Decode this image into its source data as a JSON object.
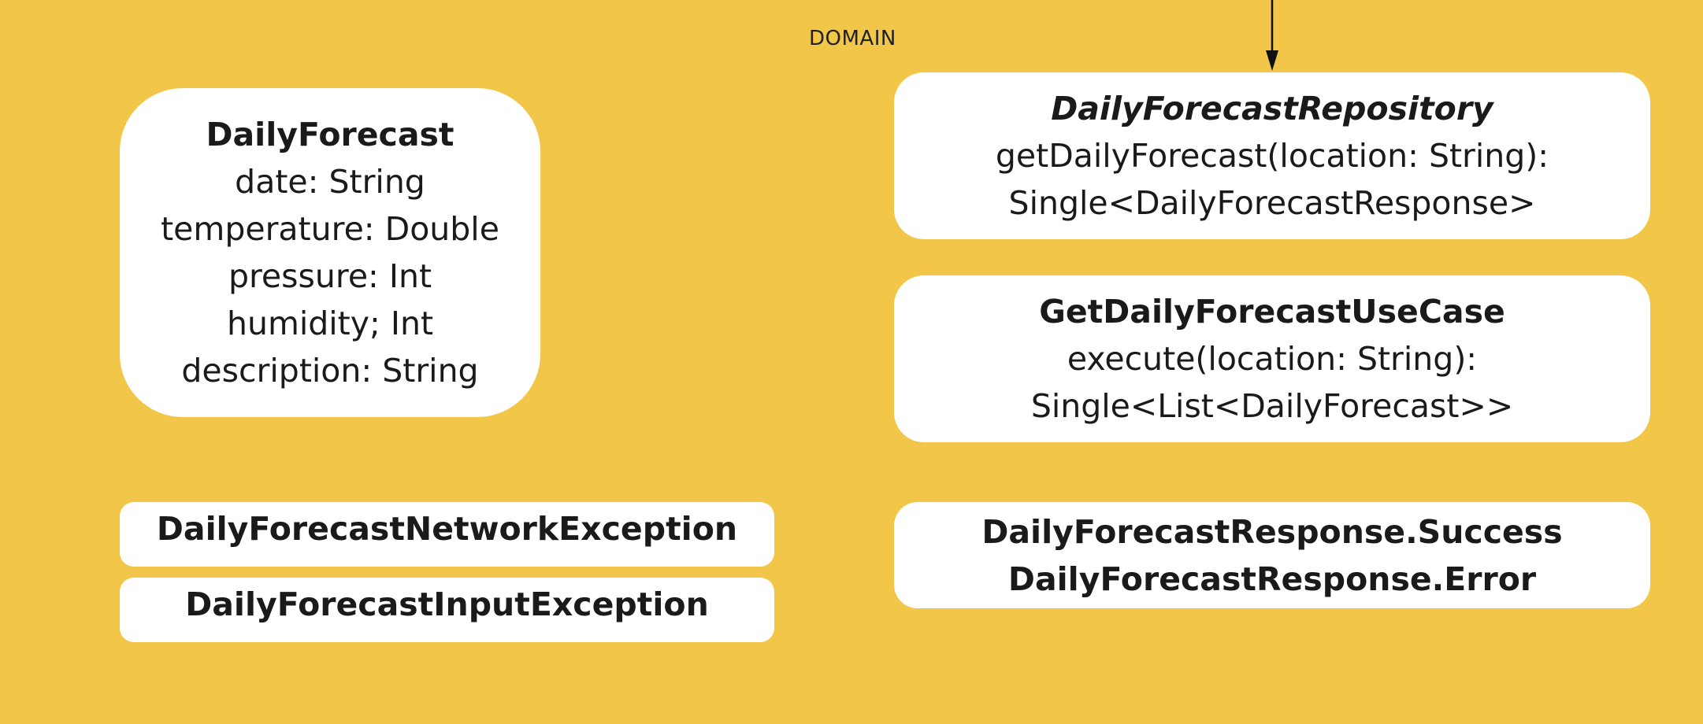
{
  "section_label": "DOMAIN",
  "model_box": {
    "title": "DailyForecast",
    "fields": [
      "date: String",
      "temperature: Double",
      "pressure: Int",
      "humidity; Int",
      "description: String"
    ]
  },
  "repository_box": {
    "title": "DailyForecastRepository",
    "lines": [
      "getDailyForecast(location: String):",
      "Single<DailyForecastResponse>"
    ]
  },
  "usecase_box": {
    "title": "GetDailyForecastUseCase",
    "lines": [
      "execute(location: String):",
      "Single<List<DailyForecast>>"
    ]
  },
  "network_exception_box": {
    "title": "DailyForecastNetworkException"
  },
  "input_exception_box": {
    "title": "DailyForecastInputException"
  },
  "response_box": {
    "lines": [
      "DailyForecastResponse.Success",
      "DailyForecastResponse.Error"
    ]
  },
  "colors": {
    "background": "#F2C648",
    "box_fill": "#ffffff",
    "text": "#1a1a1a",
    "arrow": "#111111"
  }
}
